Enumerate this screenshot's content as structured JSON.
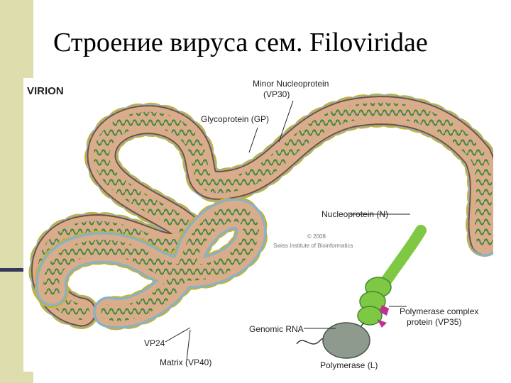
{
  "slide": {
    "title": "Строение вируса сем. Filoviridae"
  },
  "diagram": {
    "heading": "VIRION",
    "copyright_line1": "© 2008",
    "copyright_line2": "Swiss Institute of Bioinformatics",
    "labels": {
      "minor_nucleoprotein_1": "Minor Nucleoprotein",
      "minor_nucleoprotein_2": "(VP30)",
      "glycoprotein": "Glycoprotein (GP)",
      "nucleoprotein": "Nucleoprotein (N)",
      "polymerase_complex_1": "Polymerase complex",
      "polymerase_complex_2": "protein (VP35)",
      "genomic_rna": "Genomic RNA",
      "vp24": "VP24",
      "matrix": "Matrix (VP40)",
      "polymerase": "Polymerase (L)"
    },
    "colors": {
      "envelope_fill": "#d9ad8c",
      "envelope_border": "#8ab2c0",
      "helix": "#3f8a2e",
      "spike": "#c9b22a",
      "nucleocapsid": "#7fc843",
      "vp35": "#c0308e",
      "polymerase": "#8e9a8e"
    }
  }
}
